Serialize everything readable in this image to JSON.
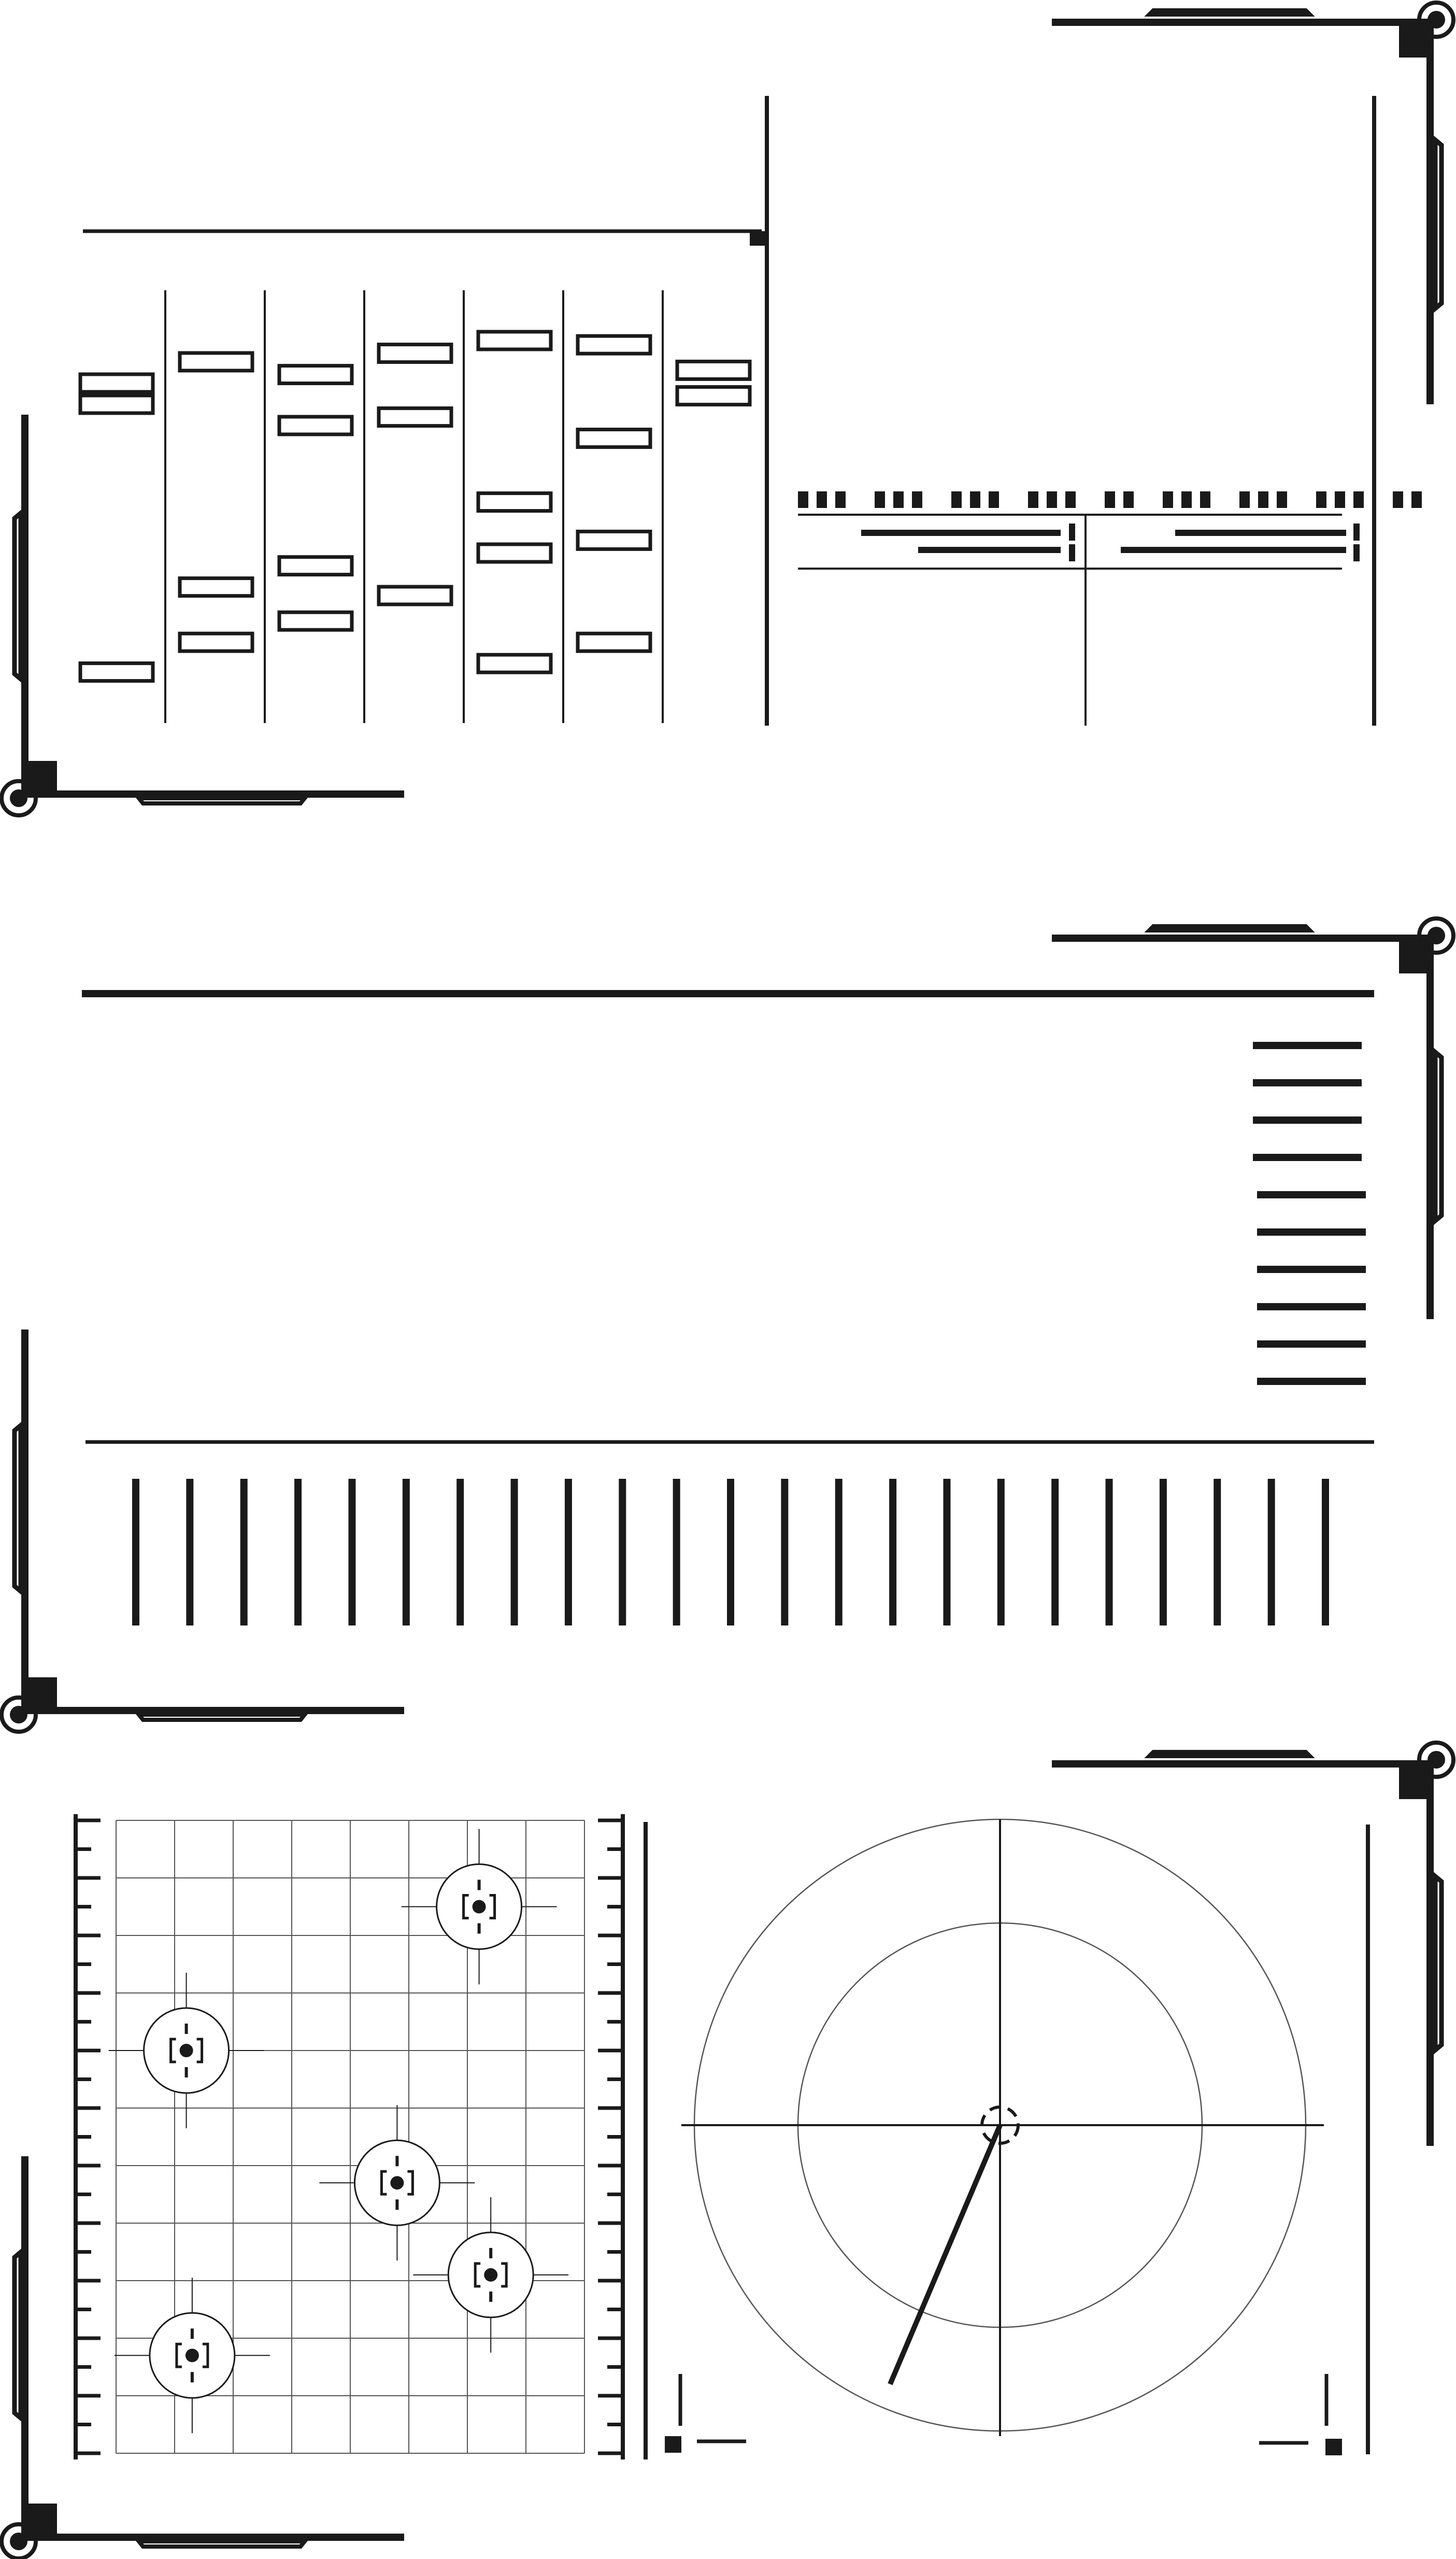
{
  "theme": {
    "ink": "#1a1a1a",
    "background": "#ffffff",
    "thin_line": "#333333"
  },
  "panels": [
    {
      "id": "sequencer-panel",
      "icon": "corner-bracket-icon"
    },
    {
      "id": "equalizer-panel",
      "icon": "corner-bracket-icon"
    },
    {
      "id": "radar-panel",
      "icon": "corner-bracket-icon"
    }
  ],
  "sequencer": {
    "columns": 7,
    "blocks_per_column": [
      [
        0.1,
        0.15,
        0.78
      ],
      [
        0.05,
        0.58,
        0.71
      ],
      [
        0.08,
        0.2,
        0.53,
        0.66
      ],
      [
        0.03,
        0.18,
        0.6
      ],
      [
        0.0,
        0.38,
        0.5,
        0.76
      ],
      [
        0.01,
        0.23,
        0.47,
        0.71
      ],
      [
        0.07,
        0.13
      ]
    ]
  },
  "data_readout": {
    "bar_groups": [
      3,
      3,
      3,
      3,
      2,
      3,
      3,
      3,
      2
    ]
  },
  "equalizer": {
    "horizontal_bar_count": 10,
    "vertical_bar_count": 23
  },
  "targeting": {
    "grid_cols": 8,
    "grid_rows": 11,
    "targets": [
      {
        "col": 6.2,
        "row": 1.5,
        "icon": "crosshair-target-icon"
      },
      {
        "col": 1.2,
        "row": 4.0,
        "icon": "crosshair-target-icon"
      },
      {
        "col": 4.8,
        "row": 6.3,
        "icon": "crosshair-target-icon"
      },
      {
        "col": 6.4,
        "row": 7.9,
        "icon": "crosshair-target-icon"
      },
      {
        "col": 1.3,
        "row": 9.3,
        "icon": "crosshair-target-icon"
      }
    ]
  },
  "radar": {
    "sweep_angle_deg": 203,
    "sweep_length_fraction": 0.92,
    "icon": "radar-sweep-icon"
  }
}
